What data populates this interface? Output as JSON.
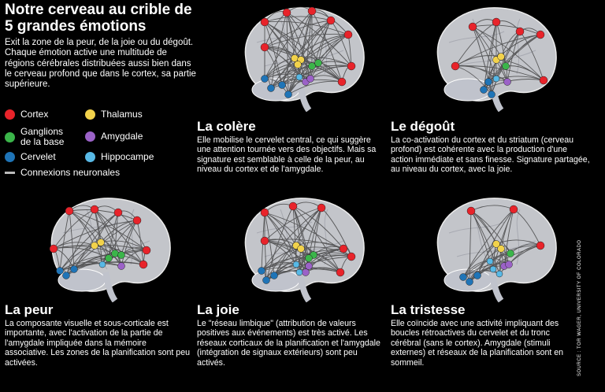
{
  "header": {
    "title": "Notre cerveau au crible de 5 grandes émotions",
    "intro": "Exit la zone de la peur, de la joie ou du dégoût. Chaque émotion active une multitude de régions cérébrales distribuées aussi bien dans le cerveau profond que dans le cortex, sa partie supérieure."
  },
  "legend": {
    "cortex": "Cortex",
    "thalamus": "Thalamus",
    "ganglions": "Ganglions\nde la base",
    "amygdale": "Amygdale",
    "cervelet": "Cervelet",
    "hippocampe": "Hippocampe",
    "connexions": "Connexions neuronales"
  },
  "colors": {
    "cortex": "#e8232a",
    "thalamus": "#f2d24b",
    "ganglions": "#3bb54a",
    "amygdale": "#9b62c7",
    "cervelet": "#1f74b7",
    "hippocampe": "#58b9e6"
  },
  "emotions": {
    "colere": {
      "title": "La colère",
      "desc": "Elle mobilise le cervelet central, ce qui suggère une attention tournée vers des objectifs. Mais sa signature est semblable à celle de la peur, au niveau du cortex et de l'amygdale."
    },
    "degout": {
      "title": "Le dégoût",
      "desc": "La co-activation du cortex et du striatum (cerveau profond) est cohérente avec la production d'une action immédiate et sans finesse. Signature partagée, au niveau du cortex, avec la joie."
    },
    "peur": {
      "title": "La peur",
      "desc": "La composante visuelle et sous-corticale est importante, avec l'activation de la partie de l'amygdale impliquée dans la mémoire associative. Les zones de la planification sont peu activées."
    },
    "joie": {
      "title": "La joie",
      "desc": "Le \"réseau limbique\" (attribution de valeurs positives aux événements) est très activé. Les réseaux corticaux de la planification et l'amygdale (intégration de signaux extérieurs) sont peu activés."
    },
    "tristesse": {
      "title": "La tristesse",
      "desc": "Elle coïncide avec une activité impliquant des boucles rétroactives du cervelet et du tronc cérébral (sans le cortex). Amygdale (stimuli externes) et réseaux de la planification sont en sommeil."
    }
  },
  "source": "SOURCE : TOR WAGER, UNIVERSITY OF COLORADO"
}
